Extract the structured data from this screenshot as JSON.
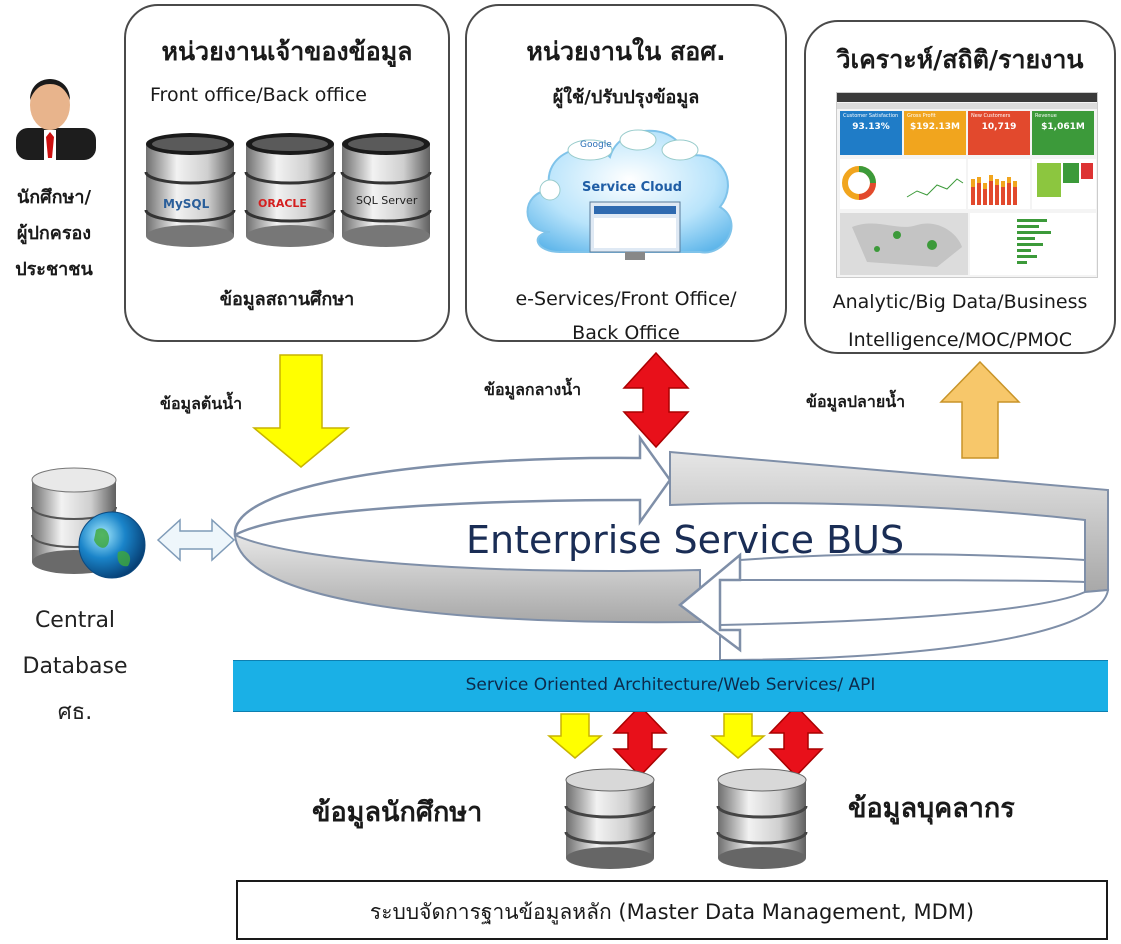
{
  "actor": {
    "lines": [
      "นักศึกษา/",
      "ผู้ปกครอง",
      "ประชาชน"
    ]
  },
  "data_owner": {
    "title": "หน่วยงานเจ้าของข้อมูล",
    "subtitle": "Front office/Back office",
    "databases": [
      {
        "label": "MySQL",
        "icon": "mysql-database-icon"
      },
      {
        "label": "ORACLE",
        "icon": "oracle-database-icon"
      },
      {
        "label": "SQL Server",
        "icon": "sql-server-database-icon"
      }
    ],
    "footer": "ข้อมูลสถานศึกษา"
  },
  "internal_units": {
    "title": "หน่วยงานใน สอศ.",
    "subtitle": "ผู้ใช้/ปรับปรุงข้อมูล",
    "cloud_label": "Service Cloud",
    "cloud_bubbles": [
      "Google"
    ],
    "footer_lines": [
      "e-Services/Front Office/",
      "Back Office"
    ]
  },
  "analytics": {
    "title": "วิเคราะห์/สถิติ/รายงาน",
    "dashboard_kpis": [
      {
        "label": "Customer Satisfaction",
        "value": "93.13%",
        "color": "#1f7cc7"
      },
      {
        "label": "Gross Profit",
        "value": "$192.13M",
        "color": "#f1a51e"
      },
      {
        "label": "New Customers",
        "value": "10,719",
        "color": "#e2492d"
      },
      {
        "label": "Revenue",
        "value": "$1,061M",
        "color": "#3c9a3a"
      }
    ],
    "footer_lines": [
      "Analytic/Big Data/Business",
      "Intelligence/MOC/PMOC"
    ]
  },
  "flows": {
    "upstream": "ข้อมูลต้นน้ำ",
    "midstream": "ข้อมูลกลางน้ำ",
    "downstream": "ข้อมูลปลายน้ำ"
  },
  "central_db": {
    "lines": [
      "Central",
      "Database",
      "ศธ."
    ]
  },
  "esb": {
    "label": "Enterprise Service BUS"
  },
  "soa_bar": {
    "label": "Service Oriented Architecture/Web Services/ API"
  },
  "student_data": "ข้อมูลนักศึกษา",
  "personnel_data": "ข้อมูลบุคลากร",
  "mdm": {
    "label": "ระบบจัดการฐานข้อมูลหลัก (Master Data Management, MDM)"
  },
  "colors": {
    "upstream_arrow": "#ffff00",
    "exchange_arrow": "#e8101a",
    "downstream_arrow": "#f7c76a",
    "soa_bar": "#1ab0e6",
    "esb_ring": "#bfbfbf"
  }
}
